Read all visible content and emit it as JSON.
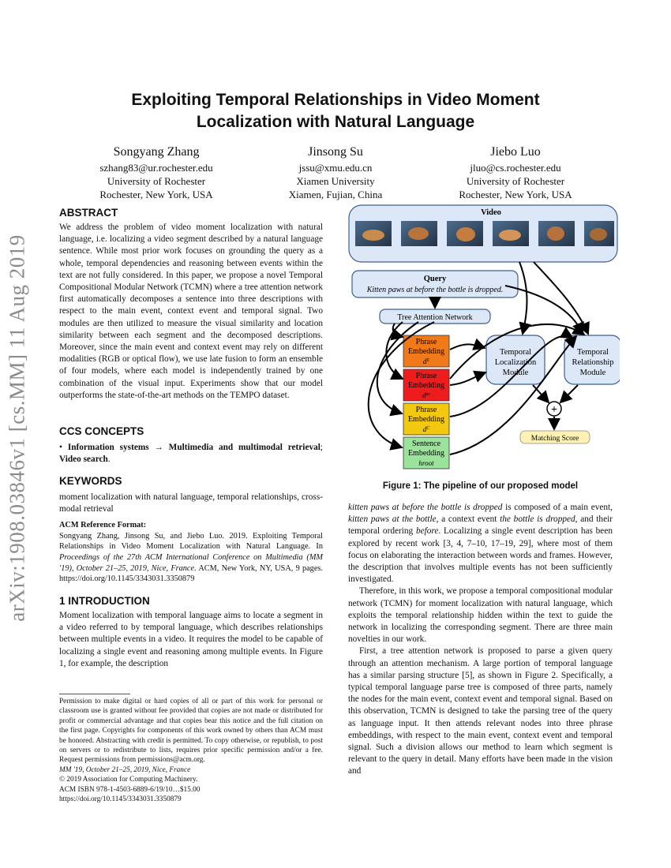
{
  "arxiv_id": "arXiv:1908.03846v1  [cs.MM]  11 Aug 2019",
  "title_line1": "Exploiting Temporal Relationships in Video Moment",
  "title_line2": "Localization with Natural Language",
  "authors": [
    {
      "name": "Songyang Zhang",
      "email": "szhang83@ur.rochester.edu",
      "affiliation": "University of Rochester",
      "location": "Rochester, New York, USA"
    },
    {
      "name": "Jinsong Su",
      "email": "jssu@xmu.edu.cn",
      "affiliation": "Xiamen University",
      "location": "Xiamen, Fujian, China"
    },
    {
      "name": "Jiebo Luo",
      "email": "jluo@cs.rochester.edu",
      "affiliation": "University of Rochester",
      "location": "Rochester, New York, USA"
    }
  ],
  "abstract": {
    "heading": "ABSTRACT",
    "text": "We address the problem of video moment localization with natural language, i.e. localizing a video segment described by a natural language sentence. While most prior work focuses on grounding the query as a whole, temporal dependencies and reasoning between events within the text are not fully considered. In this paper, we propose a novel Temporal Compositional Modular Network (TCMN) where a tree attention network first automatically decomposes a sentence into three descriptions with respect to the main event, context event and temporal signal. Two modules are then utilized to measure the visual similarity and location similarity between each segment and the decomposed descriptions. Moreover, since the main event and context event may rely on different modalities (RGB or optical flow), we use late fusion to form an ensemble of four models, where each model is independently trained by one combination of the visual input. Experiments show that our model outperforms the state-of-the-art methods on the TEMPO dataset."
  },
  "ccs": {
    "heading": "CCS CONCEPTS",
    "bullet": "•",
    "item1": "Information systems",
    "arrow": "→",
    "item2": "Multimedia and multimodal retrieval",
    "sep": "; ",
    "item3": "Video search",
    "end": "."
  },
  "keywords": {
    "heading": "KEYWORDS",
    "text": "moment localization with natural language, temporal relationships, cross-modal retrieval"
  },
  "acm_ref": {
    "heading": "ACM Reference Format:",
    "authors_line": "Songyang Zhang, Jinsong Su, and Jiebo Luo. 2019. Exploiting Temporal Relationships in Video Moment Localization with Natural Language. In",
    "proceedings": "Proceedings of the 27th ACM International Conference on Multimedia (MM '19), October 21–25, 2019, Nice, France.",
    "tail": "ACM, New York, NY, USA, 9 pages. https://doi.org/10.1145/3343031.3350879"
  },
  "intro": {
    "heading": "1   INTRODUCTION",
    "text": "Moment localization with temporal language aims to locate a segment in a video referred to by temporal language, which describes relationships between multiple events in a video. It requires the model to be capable of localizing a single event and reasoning among multiple events. In Figure 1, for example, the description"
  },
  "footnote": {
    "permission": "Permission to make digital or hard copies of all or part of this work for personal or classroom use is granted without fee provided that copies are not made or distributed for profit or commercial advantage and that copies bear this notice and the full citation on the first page. Copyrights for components of this work owned by others than ACM must be honored. Abstracting with credit is permitted. To copy otherwise, or republish, to post on servers or to redistribute to lists, requires prior specific permission and/or a fee. Request permissions from permissions@acm.org.",
    "venue": "MM '19, October 21–25, 2019, Nice, France",
    "copyright": "© 2019 Association for Computing Machinery.",
    "isbn": "ACM ISBN 978-1-4503-6889-6/19/10…$15.00",
    "doi": "https://doi.org/10.1145/3343031.3350879"
  },
  "figure": {
    "video_label": "Video",
    "query_label": "Query",
    "query_text": "Kitten paws at before the bottle is dropped.",
    "tree_label": "Tree Attention Network",
    "phrase_label_1": "Phrase",
    "phrase_label_2": "Embedding",
    "d_main": "d",
    "d_main_sup": "E",
    "d_ctx": "d",
    "d_ctx_sup": "ec",
    "d_temp": "d",
    "d_temp_sup": "C",
    "sentence_label_1": "Sentence",
    "sentence_label_2": "Embedding",
    "h_root": "hroot",
    "tlm_1": "Temporal",
    "tlm_2": "Localization",
    "tlm_3": "Module",
    "trm_1": "Temporal",
    "trm_2": "Relationship",
    "trm_3": "Module",
    "plus": "+",
    "score": "Matching Score",
    "caption": "Figure 1: The pipeline of our proposed model",
    "colors": {
      "orange": "#f07a1a",
      "red": "#ee1c1c",
      "yellow": "#f2c811",
      "green": "#9be39b",
      "blue_fill": "#dce8f7",
      "blue_stroke": "#3f5f8f",
      "score_fill": "#fdf1b4"
    }
  },
  "right_text": {
    "p1_i1": "kitten paws at before the bottle is dropped",
    "p1_t1": " is composed of a main event, ",
    "p1_i2": "kitten paws at the bottle",
    "p1_t2": ", a context event ",
    "p1_i3": "the bottle is dropped",
    "p1_t3": ", and their temporal ordering ",
    "p1_i4": "before",
    "p1_t4": ". Localizing a single event description has been explored by recent work [3, 4, 7–10, 17–19, 29], where most of them focus on elaborating the interaction between words and frames. However, the description that involves multiple events has not been sufficiently investigated.",
    "p2": "Therefore, in this work, we propose a temporal compositional modular network (TCMN) for moment localization with natural language, which exploits the temporal relationship hidden within the text to guide the network in localizing the corresponding segment. There are three main novelties in our work.",
    "p3": "First, a tree attention network is proposed to parse a given query through an attention mechanism. A large portion of temporal language has a similar parsing structure [5], as shown in Figure 2. Specifically, a typical temporal language parse tree is composed of three parts, namely the nodes for the main event, context event and temporal signal. Based on this observation, TCMN is designed to take the parsing tree of the query as language input. It then attends relevant nodes into three phrase embeddings, with respect to the main event, context event and temporal signal. Such a division allows our method to learn which segment is relevant to the query in detail. Many efforts have been made in the vision and"
  }
}
